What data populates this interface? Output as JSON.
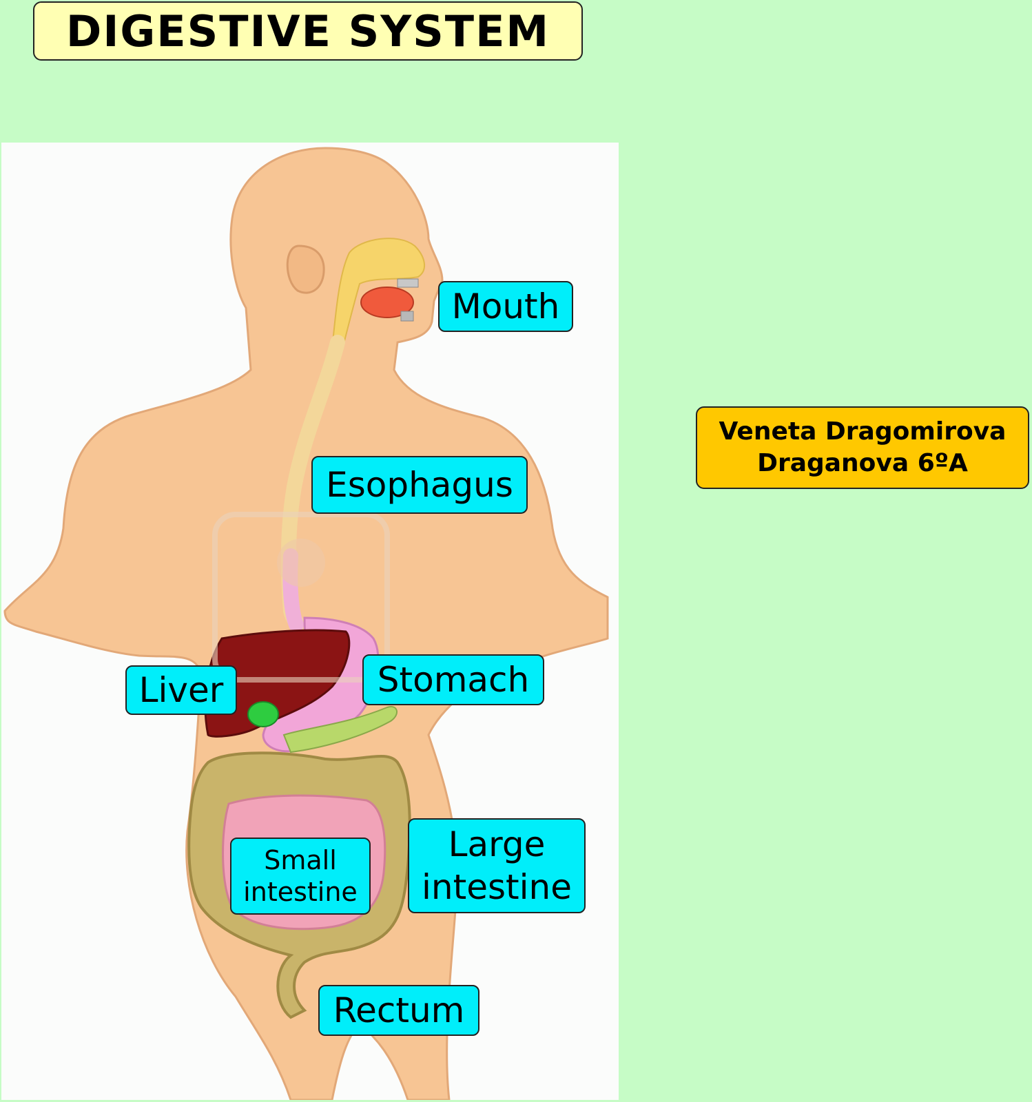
{
  "title": "DIGESTIVE SYSTEM",
  "author": {
    "line1": "Veneta Dragomirova",
    "line2": "Draganova 6ºA"
  },
  "labels": {
    "mouth": "Mouth",
    "esophagus": "Esophagus",
    "liver": "Liver",
    "stomach": "Stomach",
    "small_intestine_line1": "Small",
    "small_intestine_line2": "intestine",
    "large_intestine_line1": "Large",
    "large_intestine_line2": "intestine",
    "rectum": "Rectum"
  },
  "colors": {
    "background": "#c6fcc6",
    "title_box": "#ffffb3",
    "author_box": "#ffc800",
    "label_box": "#00eefa",
    "skin": "#f7c594",
    "liver": "#8b1414",
    "stomach": "#f2a6d8",
    "large_intestine": "#c9b46a",
    "small_intestine": "#f1a3b8"
  }
}
